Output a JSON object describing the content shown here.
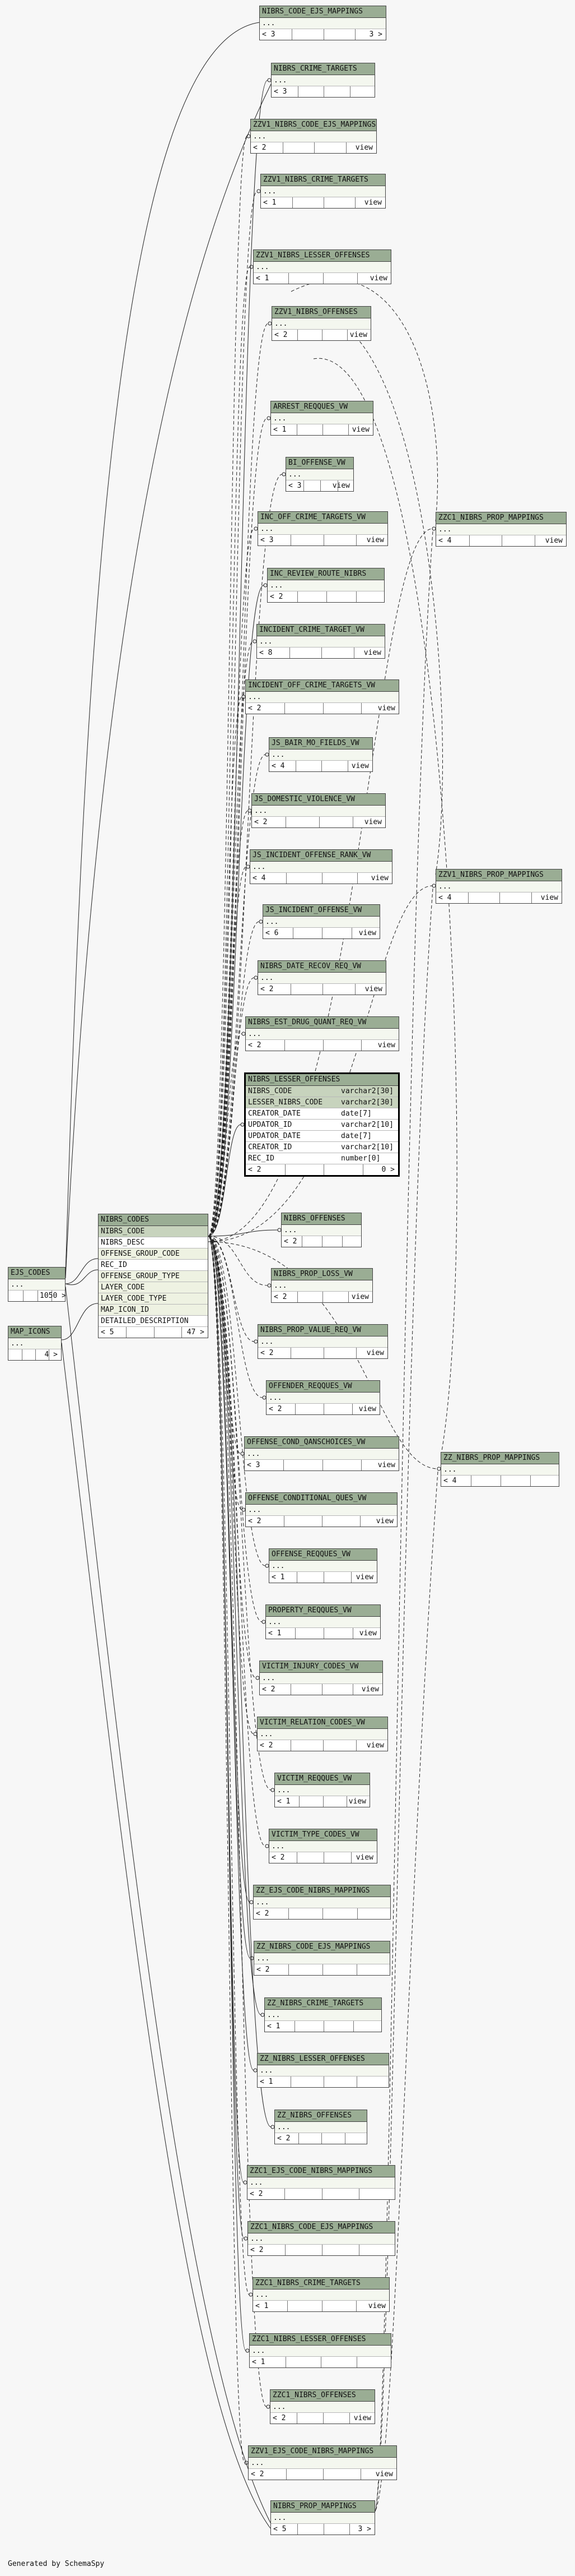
{
  "footer": "Generated by SchemaSpy",
  "tables": [
    {
      "key": "top_ejs",
      "title": "NIBRS_CODE_EJS_MAPPINGS",
      "foot": {
        "left": "< 3",
        "right": "3 >"
      }
    },
    {
      "key": "ncrime",
      "title": "NIBRS_CRIME_TARGETS",
      "foot": {
        "left": "< 3"
      }
    },
    {
      "key": "zzv1ejs",
      "title": "ZZV1_NIBRS_CODE_EJS_MAPPINGS",
      "foot": {
        "left": "< 2",
        "right": "view"
      }
    },
    {
      "key": "zzv1crime",
      "title": "ZZV1_NIBRS_CRIME_TARGETS",
      "foot": {
        "left": "< 1",
        "right": "view"
      }
    },
    {
      "key": "zzv1lesser",
      "title": "ZZV1_NIBRS_LESSER_OFFENSES",
      "foot": {
        "left": "< 1",
        "right": "view"
      }
    },
    {
      "key": "zzv1off",
      "title": "ZZV1_NIBRS_OFFENSES",
      "foot": {
        "left": "< 2",
        "right": "view"
      }
    },
    {
      "key": "arrest",
      "title": "ARREST_REQQUES_VW",
      "foot": {
        "left": "< 1",
        "right": "view"
      }
    },
    {
      "key": "bioff",
      "title": "BI_OFFENSE_VW",
      "foot": {
        "left": "< 3",
        "right": "view"
      }
    },
    {
      "key": "incoff",
      "title": "INC_OFF_CRIME_TARGETS_VW",
      "foot": {
        "left": "< 3",
        "right": "view"
      }
    },
    {
      "key": "increv",
      "title": "INC_REVIEW_ROUTE_NIBRS",
      "foot": {
        "left": "< 2"
      }
    },
    {
      "key": "inccrime",
      "title": "INCIDENT_CRIME_TARGET_VW",
      "foot": {
        "left": "< 8",
        "right": "view"
      }
    },
    {
      "key": "incidentoff",
      "title": "INCIDENT_OFF_CRIME_TARGETS_VW",
      "foot": {
        "left": "< 2",
        "right": "view"
      }
    },
    {
      "key": "jsbair",
      "title": "JS_BAIR_MO_FIELDS_VW",
      "foot": {
        "left": "< 4",
        "right": "view"
      }
    },
    {
      "key": "jsdom",
      "title": "JS_DOMESTIC_VIOLENCE_VW",
      "foot": {
        "left": "< 2",
        "right": "view"
      }
    },
    {
      "key": "jsrank",
      "title": "JS_INCIDENT_OFFENSE_RANK_VW",
      "foot": {
        "left": "< 4",
        "right": "view"
      }
    },
    {
      "key": "jsoff",
      "title": "JS_INCIDENT_OFFENSE_VW",
      "foot": {
        "left": "< 6",
        "right": "view"
      }
    },
    {
      "key": "nibrsdate",
      "title": "NIBRS_DATE_RECOV_REQ_VW",
      "foot": {
        "left": "< 2",
        "right": "view"
      }
    },
    {
      "key": "nibrsest",
      "title": "NIBRS_EST_DRUG_QUANT_REQ_VW",
      "foot": {
        "left": "< 2",
        "right": "view"
      }
    },
    {
      "key": "lesser",
      "title": "NIBRS_LESSER_OFFENSES",
      "focus": true,
      "rows": [
        {
          "name": "NIBRS_CODE",
          "type": "varchar2[30]",
          "kind": "pk"
        },
        {
          "name": "LESSER_NIBRS_CODE",
          "type": "varchar2[30]",
          "kind": "pk"
        },
        {
          "name": "CREATOR_DATE",
          "type": "date[7]",
          "kind": "plain"
        },
        {
          "name": "UPDATOR_ID",
          "type": "varchar2[10]",
          "kind": "plain"
        },
        {
          "name": "UPDATOR_DATE",
          "type": "date[7]",
          "kind": "plain"
        },
        {
          "name": "CREATOR_ID",
          "type": "varchar2[10]",
          "kind": "plain"
        },
        {
          "name": "REC_ID",
          "type": "number[0]",
          "kind": "plain"
        }
      ],
      "foot": {
        "left": "< 2",
        "right": "0 >"
      }
    },
    {
      "key": "nibrsoffs",
      "title": "NIBRS_OFFENSES",
      "foot": {
        "left": "< 2"
      }
    },
    {
      "key": "proploss",
      "title": "NIBRS_PROP_LOSS_VW",
      "foot": {
        "left": "< 2",
        "right": "view"
      }
    },
    {
      "key": "propval",
      "title": "NIBRS_PROP_VALUE_REQ_VW",
      "foot": {
        "left": "< 2",
        "right": "view"
      }
    },
    {
      "key": "offender",
      "title": "OFFENDER_REQQUES_VW",
      "foot": {
        "left": "< 2",
        "right": "view"
      }
    },
    {
      "key": "offcond",
      "title": "OFFENSE_COND_QANSCHOICES_VW",
      "foot": {
        "left": "< 3",
        "right": "view"
      }
    },
    {
      "key": "offcondq",
      "title": "OFFENSE_CONDITIONAL_QUES_VW",
      "foot": {
        "left": "< 2",
        "right": "view"
      }
    },
    {
      "key": "offreq",
      "title": "OFFENSE_REQQUES_VW",
      "foot": {
        "left": "< 1",
        "right": "view"
      }
    },
    {
      "key": "property",
      "title": "PROPERTY_REQQUES_VW",
      "foot": {
        "left": "< 1",
        "right": "view"
      }
    },
    {
      "key": "victinj",
      "title": "VICTIM_INJURY_CODES_VW",
      "foot": {
        "left": "< 2",
        "right": "view"
      }
    },
    {
      "key": "victrel",
      "title": "VICTIM_RELATION_CODES_VW",
      "foot": {
        "left": "< 2",
        "right": "view"
      }
    },
    {
      "key": "victreq",
      "title": "VICTIM_REQQUES_VW",
      "foot": {
        "left": "< 1",
        "right": "view"
      }
    },
    {
      "key": "victtype",
      "title": "VICTIM_TYPE_CODES_VW",
      "foot": {
        "left": "< 2",
        "right": "view"
      }
    },
    {
      "key": "zzejs",
      "title": "ZZ_EJS_CODE_NIBRS_MAPPINGS",
      "foot": {
        "left": "< 2"
      }
    },
    {
      "key": "zznibrsejs",
      "title": "ZZ_NIBRS_CODE_EJS_MAPPINGS",
      "foot": {
        "left": "< 2"
      }
    },
    {
      "key": "zzcrime",
      "title": "ZZ_NIBRS_CRIME_TARGETS",
      "foot": {
        "left": "< 1"
      }
    },
    {
      "key": "zzlesser",
      "title": "ZZ_NIBRS_LESSER_OFFENSES",
      "foot": {
        "left": "< 1"
      }
    },
    {
      "key": "zzoff",
      "title": "ZZ_NIBRS_OFFENSES",
      "foot": {
        "left": "< 2"
      }
    },
    {
      "key": "zzc1ejs",
      "title": "ZZC1_EJS_CODE_NIBRS_MAPPINGS",
      "foot": {
        "left": "< 2"
      }
    },
    {
      "key": "zzc1nibrsejs",
      "title": "ZZC1_NIBRS_CODE_EJS_MAPPINGS",
      "foot": {
        "left": "< 2"
      }
    },
    {
      "key": "zzc1crime",
      "title": "ZZC1_NIBRS_CRIME_TARGETS",
      "foot": {
        "left": "< 1",
        "right": "view"
      }
    },
    {
      "key": "zzc1lesser",
      "title": "ZZC1_NIBRS_LESSER_OFFENSES",
      "foot": {
        "left": "< 1"
      }
    },
    {
      "key": "zzc1off",
      "title": "ZZC1_NIBRS_OFFENSES",
      "foot": {
        "left": "< 2",
        "right": "view"
      }
    },
    {
      "key": "zzv1ejsnibrs",
      "title": "ZZV1_EJS_CODE_NIBRS_MAPPINGS",
      "foot": {
        "left": "< 2",
        "right": "view"
      }
    },
    {
      "key": "nibrsprop",
      "title": "NIBRS_PROP_MAPPINGS",
      "foot": {
        "left": "< 5",
        "right": "3 >"
      }
    },
    {
      "key": "nibrscodes",
      "title": "NIBRS_CODES",
      "rows": [
        {
          "name": "NIBRS_CODE",
          "kind": "pk"
        },
        {
          "name": "NIBRS_DESC",
          "kind": "plain"
        },
        {
          "name": "OFFENSE_GROUP_CODE",
          "kind": "fk"
        },
        {
          "name": "REC_ID",
          "kind": "plain"
        },
        {
          "name": "OFFENSE_GROUP_TYPE",
          "kind": "fk"
        },
        {
          "name": "LAYER_CODE",
          "kind": "fk"
        },
        {
          "name": "LAYER_CODE_TYPE",
          "kind": "fk"
        },
        {
          "name": "MAP_ICON_ID",
          "kind": "fk"
        },
        {
          "name": "DETAILED_DESCRIPTION",
          "kind": "plain"
        }
      ],
      "foot": {
        "left": "< 5",
        "right": "47 >"
      }
    },
    {
      "key": "ejscodes",
      "title": "EJS_CODES",
      "foot": {
        "mid": "1050 >"
      }
    },
    {
      "key": "mapicons",
      "title": "MAP_ICONS",
      "foot": {
        "right": "4 >"
      }
    },
    {
      "key": "zzc1prop",
      "title": "ZZC1_NIBRS_PROP_MAPPINGS",
      "foot": {
        "left": "< 4",
        "right": "view"
      }
    },
    {
      "key": "zzv1prop",
      "title": "ZZV1_NIBRS_PROP_MAPPINGS",
      "foot": {
        "left": "< 4",
        "right": "view"
      }
    },
    {
      "key": "zzprop",
      "title": "ZZ_NIBRS_PROP_MAPPINGS",
      "foot": {
        "left": "< 4"
      }
    }
  ]
}
